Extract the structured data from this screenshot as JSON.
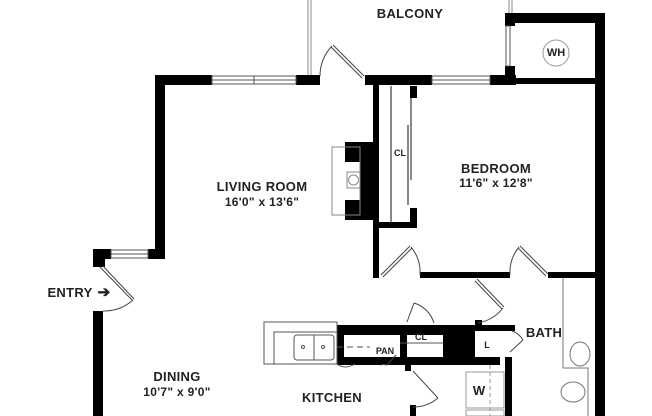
{
  "plan": {
    "type": "apartment-floor-plan",
    "rooms": [
      {
        "id": "balcony",
        "name": "BALCONY",
        "dims": ""
      },
      {
        "id": "living",
        "name": "LIVING ROOM",
        "dims": "16'0\" x 13'6\""
      },
      {
        "id": "bedroom",
        "name": "BEDROOM",
        "dims": "11'6\" x 12'8\""
      },
      {
        "id": "dining",
        "name": "DINING",
        "dims": "10'7\" x 9'0\""
      },
      {
        "id": "kitchen",
        "name": "KITCHEN",
        "dims": ""
      },
      {
        "id": "bath",
        "name": "BATH",
        "dims": ""
      }
    ],
    "labels": {
      "entry": "ENTRY",
      "entry_arrow": "➔",
      "water_heater": "WH",
      "closet_bedroom": "CL",
      "closet_hall": "CL",
      "pantry": "PAN",
      "linen": "L",
      "washer": "W"
    },
    "colors": {
      "wall": "#000000",
      "fixture": "#888888",
      "text": "#222222",
      "background": "#ffffff"
    }
  }
}
